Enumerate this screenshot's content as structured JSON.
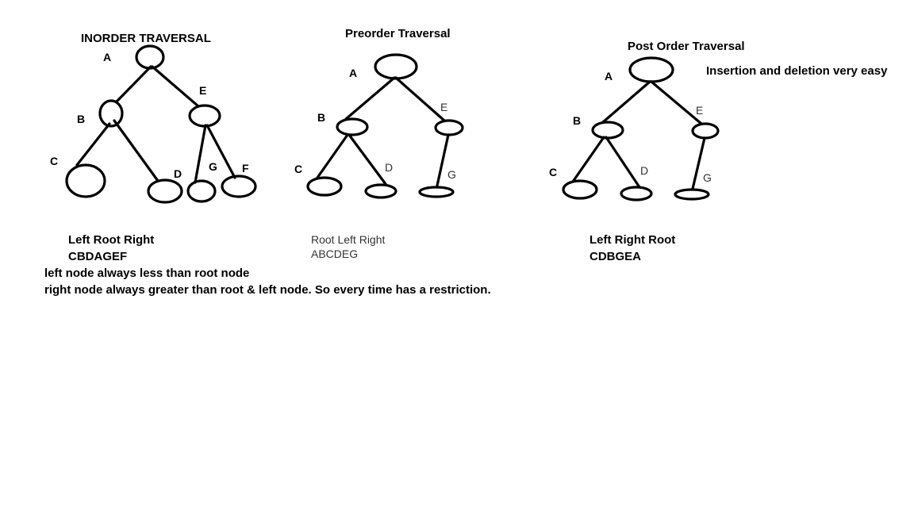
{
  "inorder": {
    "title": "INORDER TRAVERSAL",
    "node_labels": {
      "a": "A",
      "b": "B",
      "c": "C",
      "d": "D",
      "e": "E",
      "f": "F",
      "g": "G"
    },
    "rule": "Left Root Right",
    "sequence": "CBDAGEF",
    "note1": "left node always less than root node",
    "note2": "right node always greater than root & left node. So every time has a restriction."
  },
  "preorder": {
    "title": "Preorder Traversal",
    "node_labels": {
      "a": "A",
      "b": "B",
      "c": "C",
      "d": "D",
      "e": "E",
      "g": "G"
    },
    "rule": "Root Left Right",
    "sequence": "ABCDEG"
  },
  "postorder": {
    "title": "Post Order Traversal",
    "node_labels": {
      "a": "A",
      "b": "B",
      "c": "C",
      "d": "D",
      "e": "E",
      "g": "G"
    },
    "rule": "Left Right Root",
    "sequence": "CDBGEA",
    "side_note": "Insertion and deletion very easy"
  }
}
